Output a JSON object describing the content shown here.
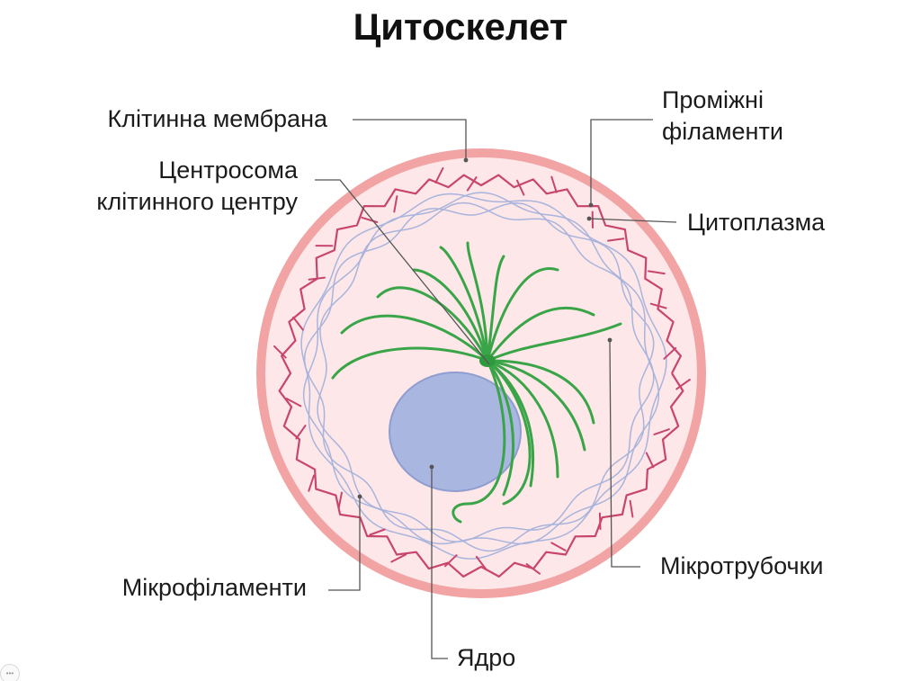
{
  "title": "Цитоскелет",
  "labels": {
    "membrane": "Клітинна мембрана",
    "centrosome_line1": "Центросома",
    "centrosome_line2": "клітинного центру",
    "intermediate_line1": "Проміжні",
    "intermediate_line2": "філаменти",
    "cytoplasm": "Цитоплазма",
    "microtubules": "Мікротрубочки",
    "microfilaments": "Мікрофіламенти",
    "nucleus": "Ядро"
  },
  "colors": {
    "membrane": "#f2a3a3",
    "cytoplasm": "#fde7e8",
    "microfilaments": "#c8456f",
    "intermediate_filaments": "#a9b4dc",
    "microtubules": "#3aa548",
    "nucleus": "#a9b6e0",
    "leader": "#555555"
  }
}
